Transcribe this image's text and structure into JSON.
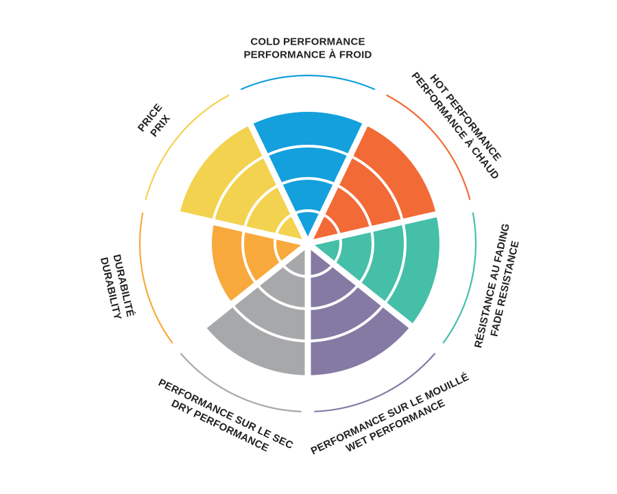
{
  "chart_data": {
    "type": "radar-wedge",
    "title": "",
    "rings": 4,
    "max": 4,
    "categories": [
      {
        "label_en": "COLD PERFORMANCE",
        "label_fr": "PERFORMANCE À FROID",
        "value": 4,
        "color": "#14a0dc"
      },
      {
        "label_en": "HOT PERFORMANCE",
        "label_fr": "PERFORMANCE À CHAUD",
        "value": 4,
        "color": "#f26a36"
      },
      {
        "label_en": "RÉSISTANCE AU FADING",
        "label_fr": "FADE RESISTANCE",
        "value": 4,
        "color": "#45bfa8"
      },
      {
        "label_en": "PERFORMANCE SUR LE MOUILLÉ",
        "label_fr": "WET PERFORMANCE",
        "value": 4,
        "color": "#857aa4"
      },
      {
        "label_en": "PERFORMANCE SUR LE SEC",
        "label_fr": "DRY PERFORMANCE",
        "value": 4,
        "color": "#a7a8aa"
      },
      {
        "label_en": "DURABILITÉ",
        "label_fr": "DURABILITY",
        "value": 3,
        "color": "#f8a93c"
      },
      {
        "label_en": "PRICE",
        "label_fr": "PRIX",
        "value": 4,
        "color": "#f3d24f"
      }
    ]
  }
}
